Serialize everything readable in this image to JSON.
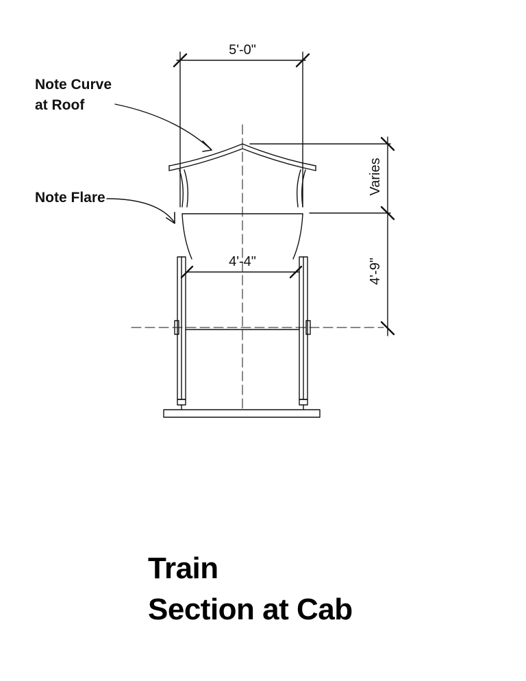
{
  "notes": {
    "curve_line1": "Note Curve",
    "curve_line2": "at Roof",
    "flare": "Note Flare"
  },
  "dimensions": {
    "top_width": "5'-0\"",
    "inner_width": "4'-4\"",
    "varies": "Varies",
    "lower_height": "4'-9\""
  },
  "title": {
    "line1": "Train",
    "line2": "Section at Cab"
  }
}
